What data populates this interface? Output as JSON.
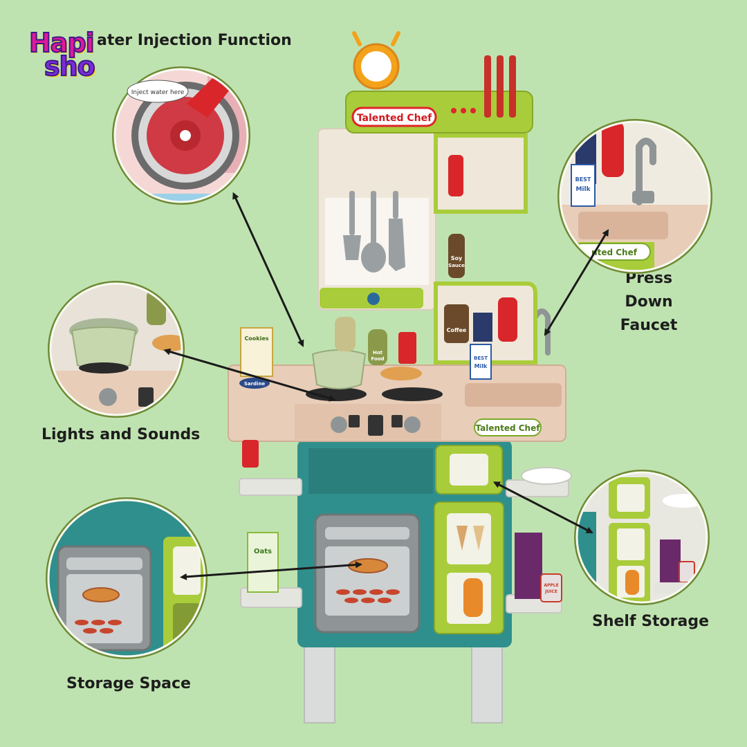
{
  "brand": {
    "logo_line1": "Hapi",
    "logo_line2": "sho"
  },
  "labels": {
    "water_injection": "ater Injection Function",
    "press_down_faucet_1": "Press",
    "press_down_faucet_2": "Down",
    "press_down_faucet_3": "Faucet",
    "lights_and_sounds": "Lights and Sounds",
    "shelf_storage": "Shelf Storage",
    "storage_space": "Storage Space"
  },
  "product": {
    "badge_top": "Talented Chef",
    "badge_counter": "Talented Chef",
    "badge_sink_zoom": "nted Chef",
    "inject_callout": "Inject water here",
    "milk_label_1": "BEST",
    "milk_label_2": "Milk",
    "soy_label_1": "Soy",
    "soy_label_2": "Sauce",
    "coffee_label": "Coffee",
    "apple_juice_1": "APPLE",
    "apple_juice_2": "JUICE",
    "oats_label": "Oats",
    "sardine_label": "Sardine",
    "cookies_label": "Cookies",
    "hot_food_label_1": "Hot",
    "hot_food_label_2": "Food"
  },
  "colors": {
    "background": "#bfe3b0",
    "lime": "#a9cc3a",
    "teal": "#2f8f8c",
    "cream": "#efe7da",
    "counter": "#e8cdb8",
    "circle_border": "#6f8a35",
    "arrow": "#1a1a1a"
  }
}
